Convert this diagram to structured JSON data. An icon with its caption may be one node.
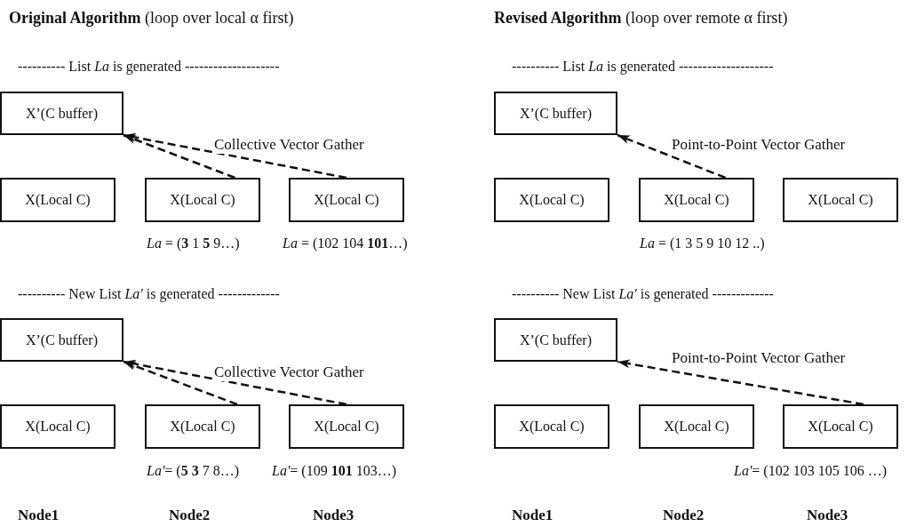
{
  "diagram": {
    "nodes": [
      {
        "text": [
          "X’(C buffer)"
        ]
      },
      {
        "text": [
          "X(Local C)"
        ]
      },
      {
        "text": [
          "X(Local C)"
        ],
        "beside": [
          "*La* = (**3** 1 **5** 9…)"
        ]
      },
      {
        "text": [
          "X(Local C)"
        ],
        "beside": [
          "*La* = (102 104 **101**…)"
        ]
      },
      {
        "text": [
          "X’(C buffer)"
        ]
      },
      {
        "text": [
          "X(Local C)"
        ]
      },
      {
        "text": [
          "X(Local C)"
        ],
        "beside": [
          "*La* = (1 3 5 9 10 12 ..)"
        ]
      },
      {
        "text": [
          "X(Local C)"
        ]
      },
      {
        "text": [
          "X’(C buffer)"
        ]
      },
      {
        "text": [
          "X(Local C)"
        ]
      },
      {
        "text": [
          "X(Local C)"
        ],
        "beside": [
          "*La'*= (**5** **3** 7 8…)"
        ]
      },
      {
        "text": [
          "X(Local C)"
        ],
        "beside": [
          "*La'*= (109 **101** 103…)"
        ]
      },
      {
        "text": [
          "X’(C buffer)"
        ]
      },
      {
        "text": [
          "X(Local C)"
        ]
      },
      {
        "text": [
          "X(Local C)"
        ]
      },
      {
        "text": [
          "X(Local C)"
        ],
        "beside": [
          "*La'*= (102 103 105 106 …)"
        ]
      }
    ],
    "edges": [
      {
        "from": 2,
        "to": 0,
        "arrow": "to",
        "style": "dashed"
      },
      {
        "from": 3,
        "to": 0,
        "arrow": "to",
        "style": "dashed",
        "label": "Collective Vector Gather"
      },
      {
        "from": 6,
        "to": 4,
        "arrow": "to",
        "style": "dashed",
        "label": "Point-to-Point Vector Gather"
      },
      {
        "from": 10,
        "to": 8,
        "arrow": "to",
        "style": "dashed"
      },
      {
        "from": 11,
        "to": 8,
        "arrow": "to",
        "style": "dashed",
        "label": "Collective Vector Gather"
      },
      {
        "from": 15,
        "to": 12,
        "arrow": "to",
        "style": "dashed",
        "label": "Point-to-Point Vector Gather"
      }
    ],
    "labels": [
      "**Original Algorithm** (loop over local α first)",
      "**Revised Algorithm** (loop over remote α first)",
      "---------- List *La* is generated --------------------",
      "---------- List *La* is generated --------------------",
      "---------- New List *La'* is generated -------------",
      "---------- New List *La'* is generated -------------",
      "Node1",
      "Node2",
      "Node3",
      "Node1",
      "Node2",
      "Node3"
    ]
  }
}
